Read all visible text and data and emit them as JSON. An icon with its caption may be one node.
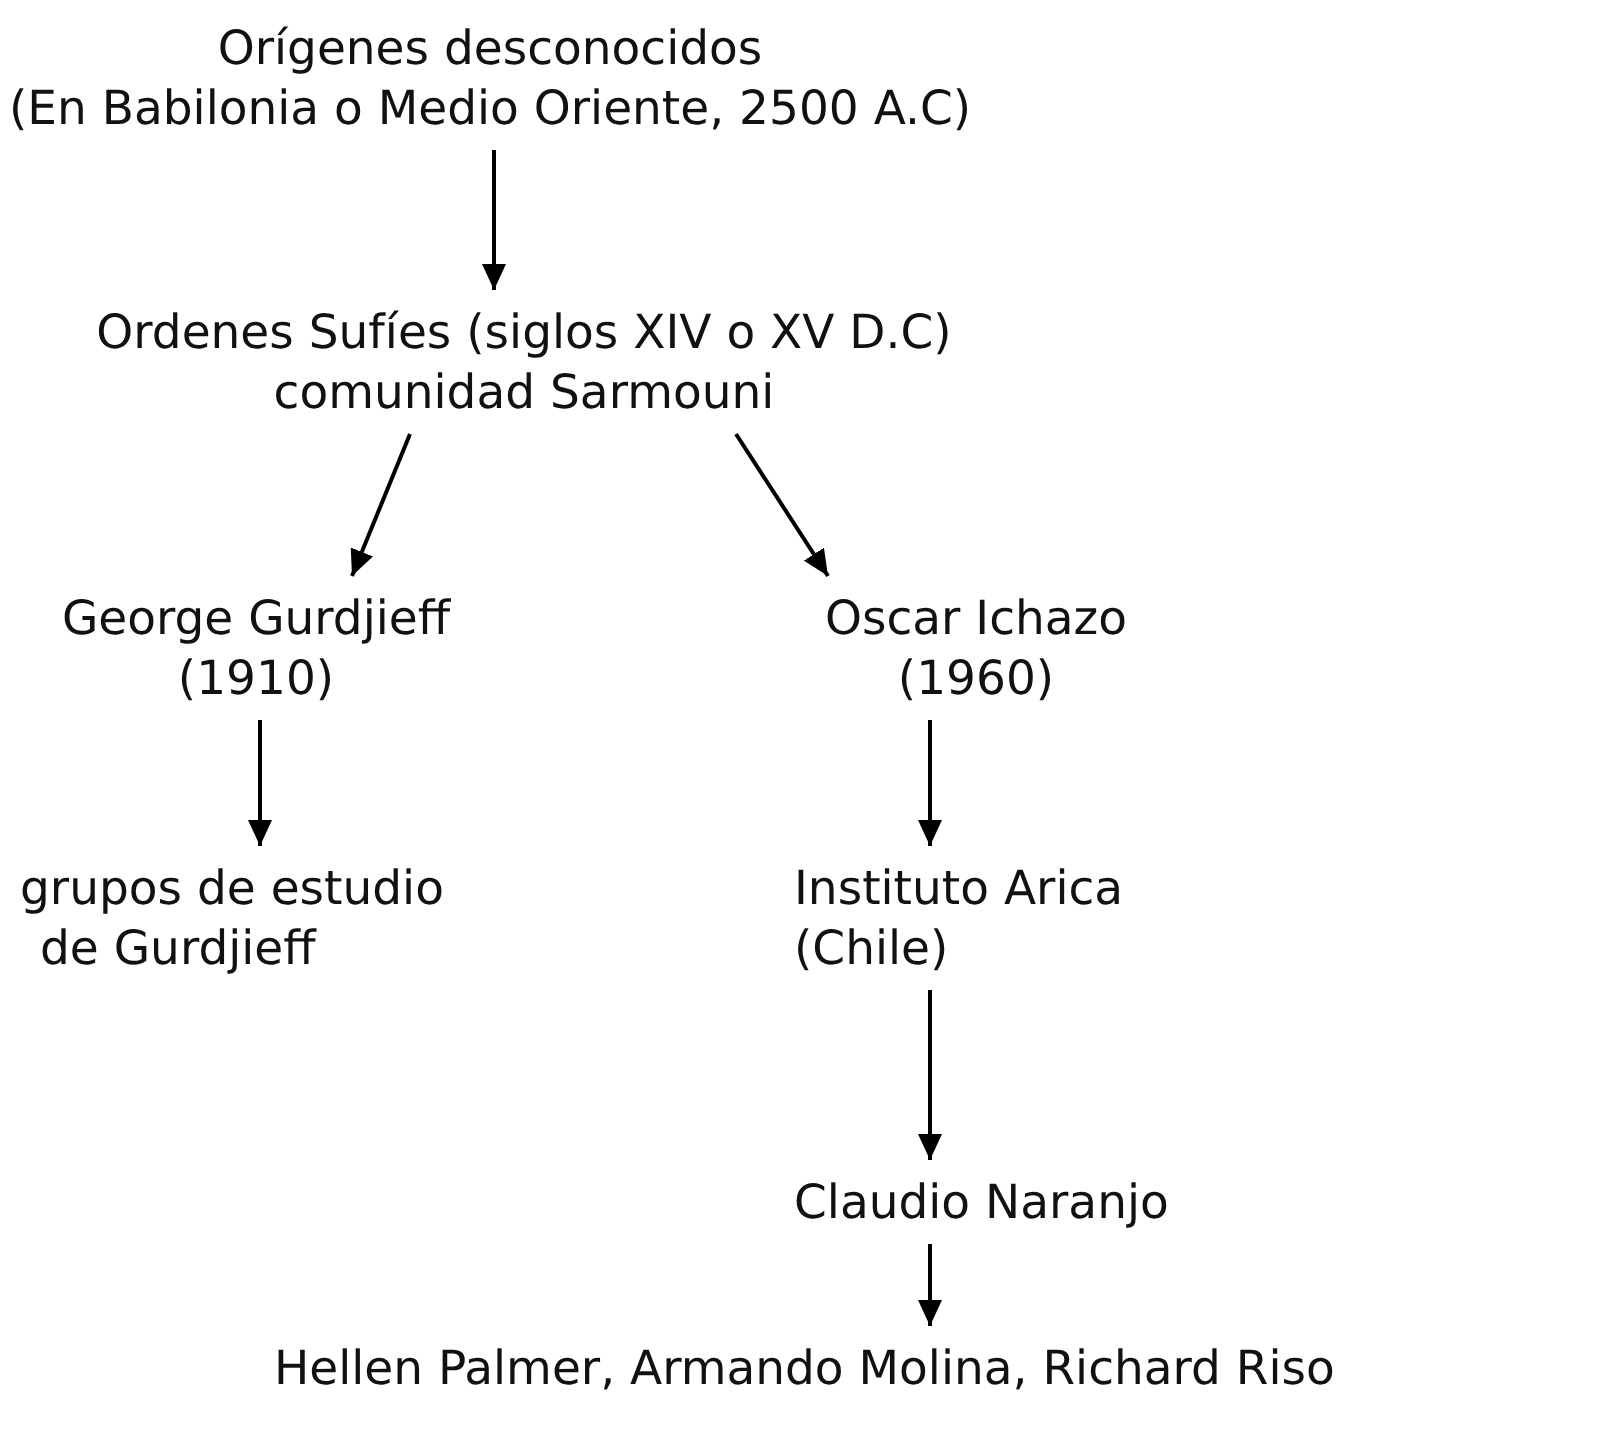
{
  "diagram": {
    "nodes": [
      {
        "text": [
          "Orígenes desconocidos (En Babilonia o Medio Oriente, 2500 A.C)"
        ]
      },
      {
        "text": [
          "Ordenes Sufíes (siglos XIV o XV D.C) comunidad Sarmouni"
        ]
      },
      {
        "text": [
          "George Gurdjieff (1910)"
        ]
      },
      {
        "text": [
          "Oscar Ichazo (1960)"
        ]
      },
      {
        "text": [
          "grupos de estudio de Gurdjieff"
        ]
      },
      {
        "text": [
          "Instituto Arica (Chile)"
        ]
      },
      {
        "text": [
          "Claudio Naranjo"
        ]
      },
      {
        "text": [
          "Hellen Palmer, Armando Molina, Richard Riso"
        ]
      }
    ],
    "edges": [
      {
        "from": 0,
        "to": 1,
        "arrow": "to"
      },
      {
        "from": 1,
        "to": 2,
        "arrow": "to"
      },
      {
        "from": 1,
        "to": 3,
        "arrow": "to"
      },
      {
        "from": 2,
        "to": 4,
        "arrow": "to"
      },
      {
        "from": 3,
        "to": 5,
        "arrow": "to"
      },
      {
        "from": 5,
        "to": 6,
        "arrow": "to"
      },
      {
        "from": 6,
        "to": 7,
        "arrow": "to"
      }
    ]
  }
}
